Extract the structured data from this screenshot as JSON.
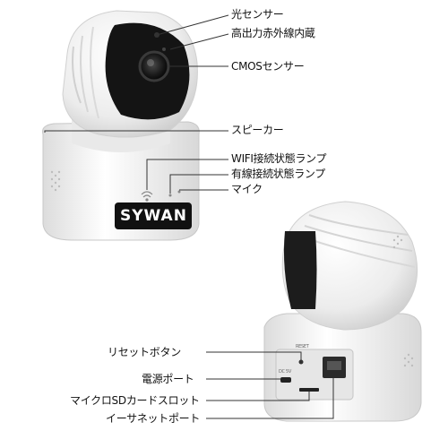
{
  "brand": {
    "logo_text": "SYWAN"
  },
  "front_labels": [
    {
      "key": "light_sensor",
      "text": "光センサー"
    },
    {
      "key": "ir_led",
      "text": "高出力赤外線内蔵"
    },
    {
      "key": "cmos_sensor",
      "text": "CMOSセンサー"
    },
    {
      "key": "speaker",
      "text": "スピーカー"
    },
    {
      "key": "wifi_lamp",
      "text": "WIFI接続状態ランプ"
    },
    {
      "key": "wired_lamp",
      "text": "有線接続状態ランプ"
    },
    {
      "key": "mic",
      "text": "マイク"
    }
  ],
  "rear_labels": [
    {
      "key": "reset_button",
      "text": "リセットボタン"
    },
    {
      "key": "power_port",
      "text": "電源ポート"
    },
    {
      "key": "microsd_slot",
      "text": "マイクロSDカードスロット"
    },
    {
      "key": "ethernet_port",
      "text": "イーサネットポート"
    }
  ],
  "rear_panel": {
    "power_text": "DC 5V",
    "reset_text": "RESET"
  },
  "colors": {
    "body": "#f2f2f2",
    "lens": "#1a1a1a",
    "line": "#333333",
    "lens_ring": "#3a3a3a"
  }
}
